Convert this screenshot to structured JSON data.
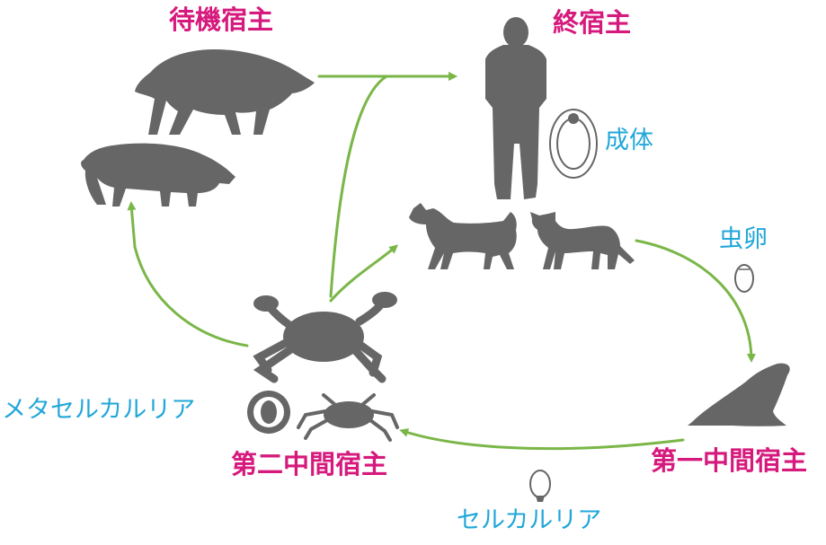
{
  "labels": {
    "reservoir_host": "待機宿主",
    "definitive_host": "終宿主",
    "adult": "成体",
    "egg": "虫卵",
    "metacercaria": "メタセルカルリア",
    "second_intermediate_host": "第二中間宿主",
    "first_intermediate_host": "第一中間宿主",
    "cercaria": "セルカルリア"
  },
  "colors": {
    "host_label": "#d6197c",
    "stage_label": "#22a7d9",
    "silhouette": "#666666",
    "arrow": "#7ab648"
  },
  "icons": [
    "boar-icon",
    "pig-icon",
    "human-icon",
    "dog-icon",
    "cat-icon",
    "snail-icon",
    "crab-icon",
    "adult-fluke-icon",
    "egg-icon",
    "metacercaria-icon",
    "cercaria-icon"
  ]
}
